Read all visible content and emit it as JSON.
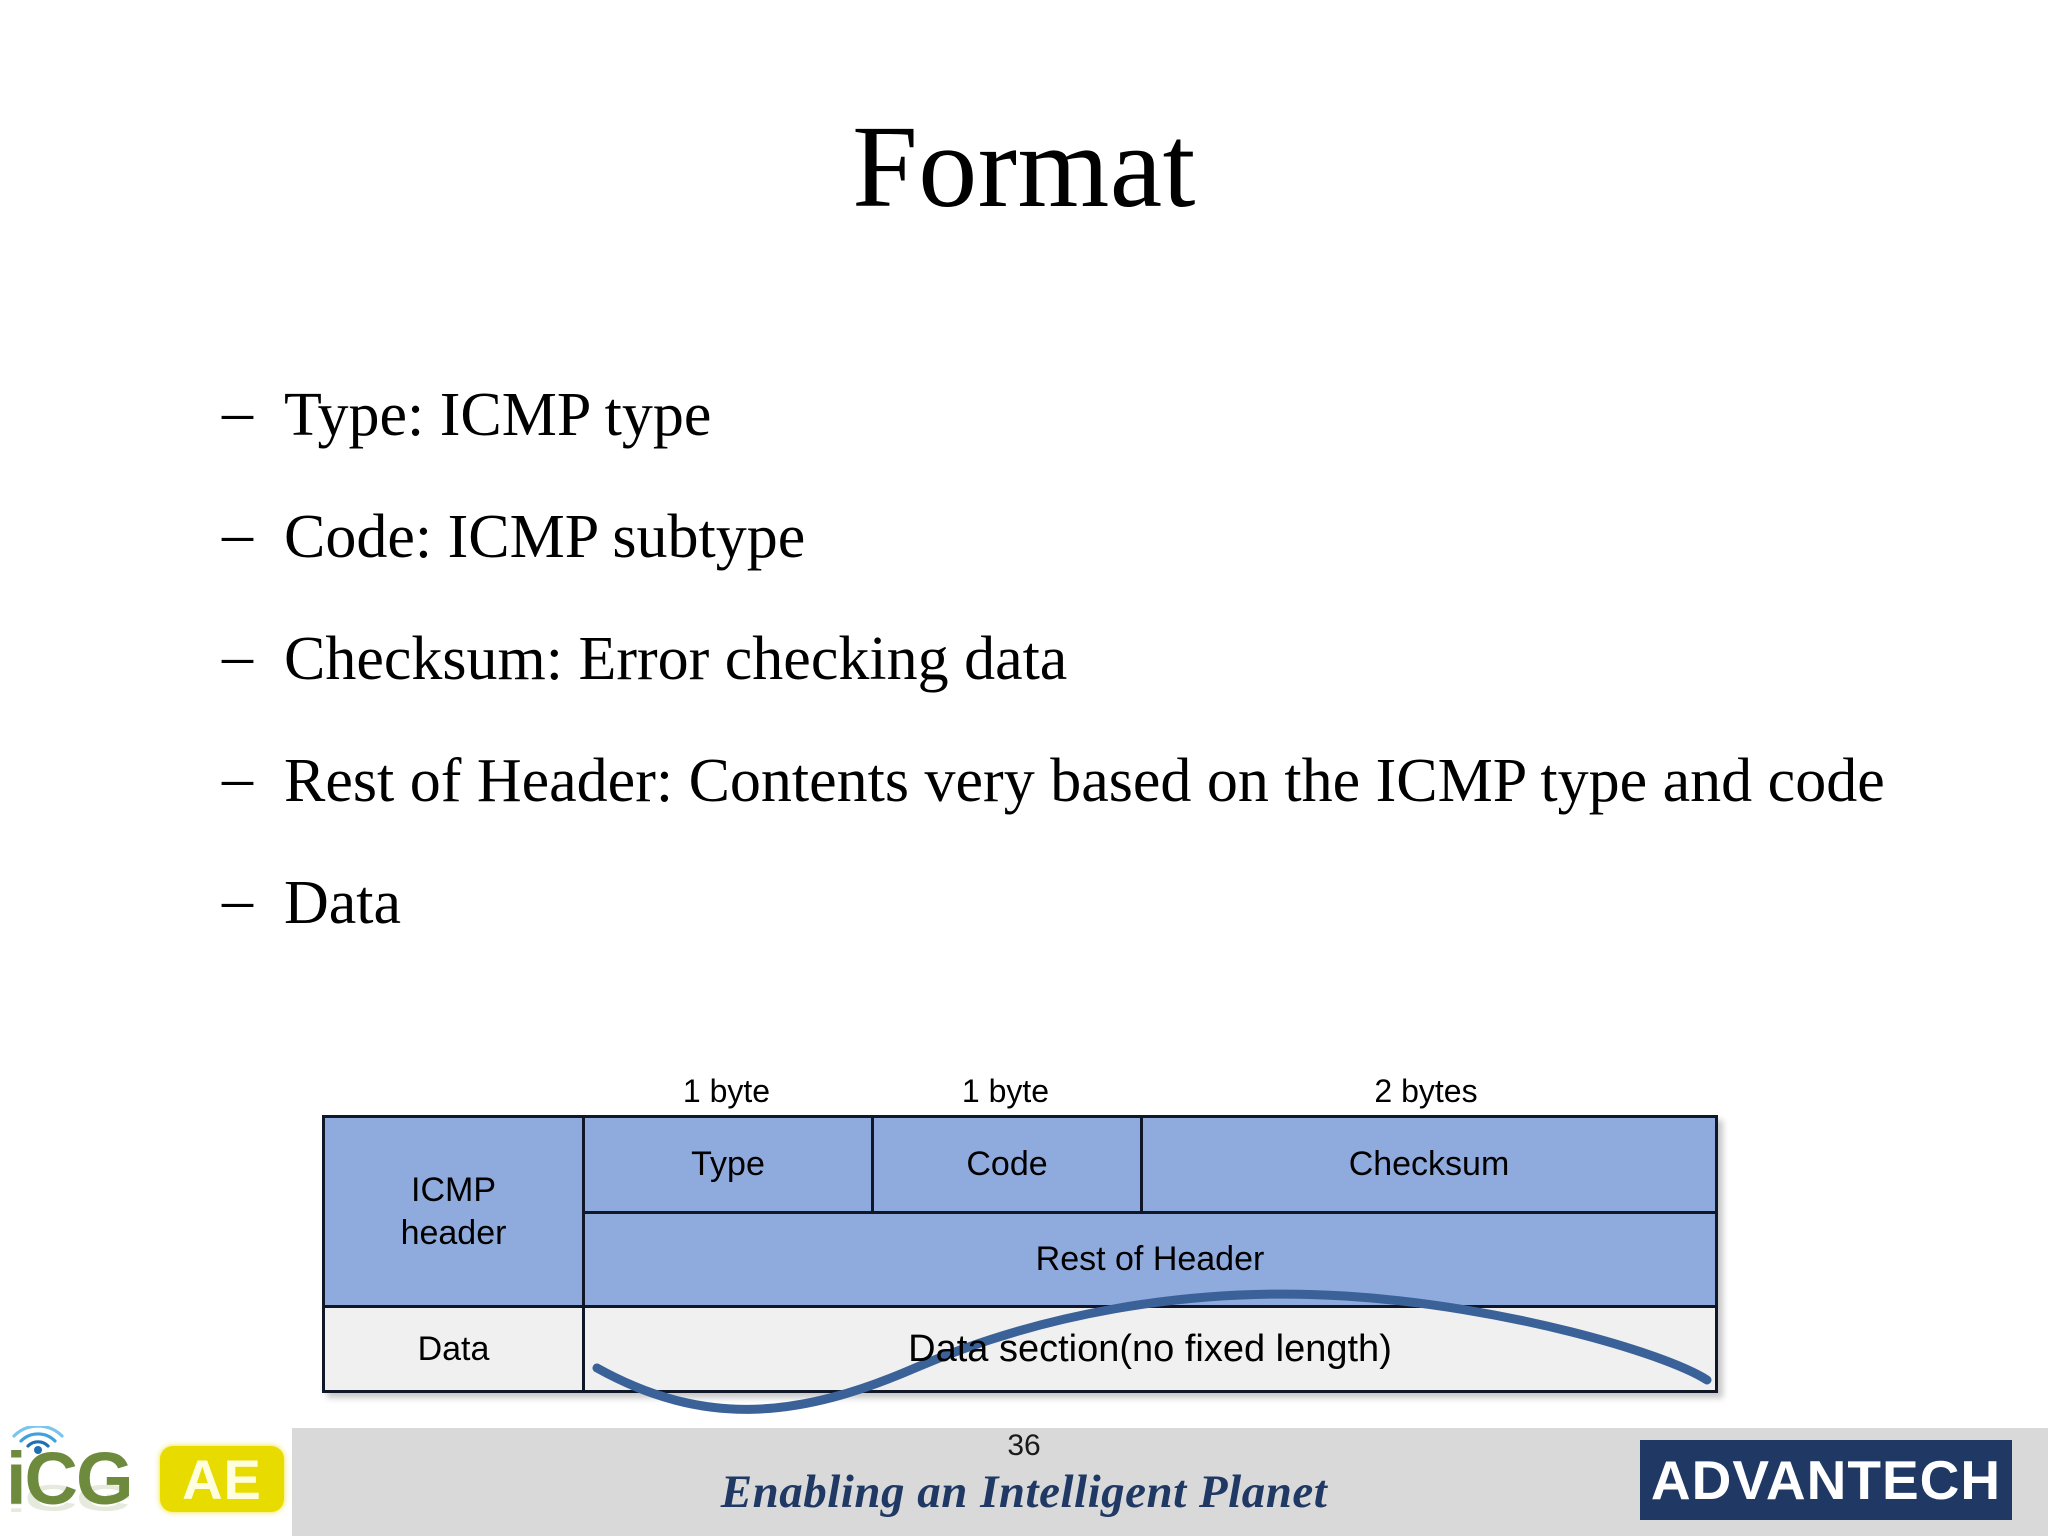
{
  "slide": {
    "title": "Format",
    "page_number": "36"
  },
  "bullets": [
    {
      "marker": "–",
      "text": "Type: ICMP type"
    },
    {
      "marker": "–",
      "text": "Code: ICMP subtype"
    },
    {
      "marker": "–",
      "text": "Checksum: Error checking data"
    },
    {
      "marker": "–",
      "text": "Rest of Header: Contents very based on the ICMP type and code"
    },
    {
      "marker": "–",
      "text": "Data"
    }
  ],
  "diagram": {
    "byte_labels": [
      {
        "text": "1 byte",
        "field": "Type"
      },
      {
        "text": "1 byte",
        "field": "Code"
      },
      {
        "text": "2 bytes",
        "field": "Checksum"
      }
    ],
    "row_labels": {
      "header_line1": "ICMP",
      "header_line2": "header",
      "data": "Data"
    },
    "fields": {
      "type": "Type",
      "code": "Code",
      "checksum": "Checksum",
      "rest_of_header": "Rest of Header",
      "data_section": "Data section(no fixed length)"
    },
    "colors": {
      "header_fill": "#8FAADC",
      "data_fill": "#F0F0F0",
      "border": "#101828",
      "wave_stroke": "#3A6299"
    }
  },
  "footer": {
    "tagline": "Enabling an Intelligent Planet",
    "brand": "ADVANTECH",
    "org_logo": {
      "text": "iCG",
      "badge": "AE"
    },
    "colors": {
      "bar": "#D9D9D9",
      "tagline": "#1F3864",
      "brand_bg": "#1F3864",
      "icg_green": "#6E8B3D",
      "ae_yellow": "#E8DB00"
    }
  }
}
